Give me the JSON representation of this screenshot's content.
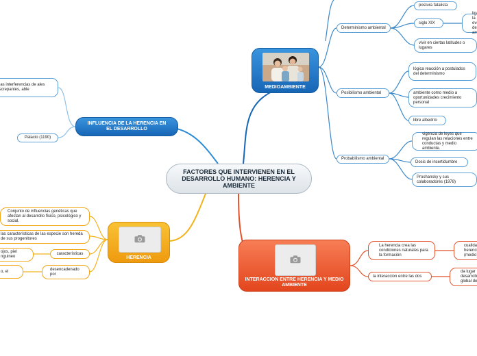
{
  "central": "FACTORES QUE INTERVIENEN EN EL DESARROLLO HUMANO: HERENCIA Y AMBIENTE",
  "topics": {
    "medio": "MEDIOAMBIENTE",
    "influencia": "INFLUENCIA DE LA HERENCIA EN EL DESARROLLO",
    "herencia": "HERENCIA",
    "interaccion": "INTERACCION ENTRE HERENCIA Y MEDIO AMBIENTE"
  },
  "medio": {
    "determinismo": "Determinismo ambiental",
    "postura": "postura fatalista",
    "siglo": "siglo XIX",
    "siglo_child": "ligadas a la evolución del ambiente",
    "vivir": "vivir en ciertas latitudes o lugares",
    "posibilismo": "Posibilismo ambiental",
    "logica": "lógica reacción a postulados del determinismo",
    "ambiente_medio": "ambiente como medio a oportunidades crecimiento personal",
    "libre": "libre albedrío",
    "probabilismo": "Probabilismo ambiental",
    "vigencia": "vigencia de leyes que regulan las relaciones entre conductas y medio ambiente.",
    "dosis": "Dosis de incertidumbre",
    "proshansky": "Proshansky y sus colaboradores (1978)"
  },
  "influencia": {
    "interferencias": "a las interferencias de ales discrepantes, able",
    "palacio": "Palacio (1190)"
  },
  "herencia": {
    "conjunto": "Conjunto de influencias genéticas que afectan al desarrollo físico, psicológico y social.",
    "caracteristicas_text": "las características de las especie son hereda de sus progenitores",
    "ojos": "ojos, piel nguineo",
    "caracteristicas": "características",
    "o_el": "o, el",
    "desencadenado": "desencadenado por"
  },
  "interaccion": {
    "herencia_crea": "La herencia crea las condiciones naturales para la formación",
    "cualidades": "cualidades herencia (medio)",
    "interaccion_dos": "la interaccion entre las dos",
    "da_lugar": "da lugar desarrollo global de"
  },
  "colors": {
    "blue": "#1766b6",
    "orange": "#f2a614",
    "red": "#e2522b"
  }
}
